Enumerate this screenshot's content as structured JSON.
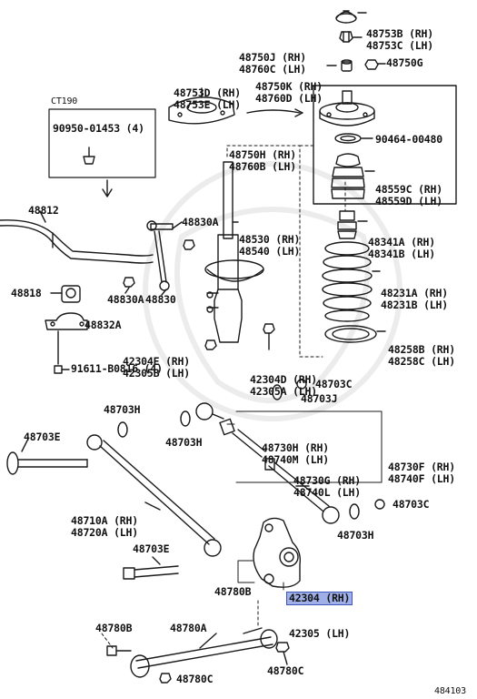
{
  "diagram_id": "484103",
  "inset": {
    "code": "CT190",
    "part": "90950-01453 (4)"
  },
  "labels": {
    "l48753": [
      "48753B (RH)",
      "48753C (LH)"
    ],
    "l48750jc": [
      "48750J (RH)",
      "48760C (LH)"
    ],
    "l48753de": [
      "48753D (RH)",
      "48753E (LH)"
    ],
    "l48750k": [
      "48750K (RH)",
      "48760D (LH)"
    ],
    "l48750g": "48750G",
    "l48750h": [
      "48750H (RH)",
      "48760B (LH)"
    ],
    "l90464": "90464-00480",
    "l48559": [
      "48559C (RH)",
      "48559D (LH)"
    ],
    "l48812": "48812",
    "l48830a_top": "48830A",
    "l48530": [
      "48530 (RH)",
      "48540 (LH)"
    ],
    "l48341": [
      "48341A (RH)",
      "48341B (LH)"
    ],
    "l48231": [
      "48231A (RH)",
      "48231B (LH)"
    ],
    "l48818": "48818",
    "l48830a_mid": "48830A",
    "l48830": "48830",
    "l48832a": "48832A",
    "l42304e": [
      "42304E (RH)",
      "42305B (LH)"
    ],
    "l48258": [
      "48258B (RH)",
      "48258C (LH)"
    ],
    "l42304d": [
      "42304D (RH)",
      "42305A (LH)"
    ],
    "l91611": "91611-B0816 (4)",
    "l48703c_top": "48703C",
    "l48703j": "48703J",
    "l48703h_left": "48703H",
    "l48703h_mid": "48703H",
    "l48730h": [
      "48730H (RH)",
      "48740M (LH)"
    ],
    "l48730f": [
      "48730F (RH)",
      "48740F (LH)"
    ],
    "l48703e_left": "48703E",
    "l48730g": [
      "48730G (RH)",
      "48740L (LH)"
    ],
    "l48710a": [
      "48710A (RH)",
      "48720A (LH)"
    ],
    "l48703c_bot": "48703C",
    "l48703h_bot": "48703H",
    "l48703e_bot": "48703E",
    "l42304": "42304 (RH)",
    "l42305": "42305 (LH)",
    "l48780b_top": "48780B",
    "l48780b_left": "48780B",
    "l48780a": "48780A",
    "l48780c_left": "48780C",
    "l48780c_right": "48780C"
  }
}
